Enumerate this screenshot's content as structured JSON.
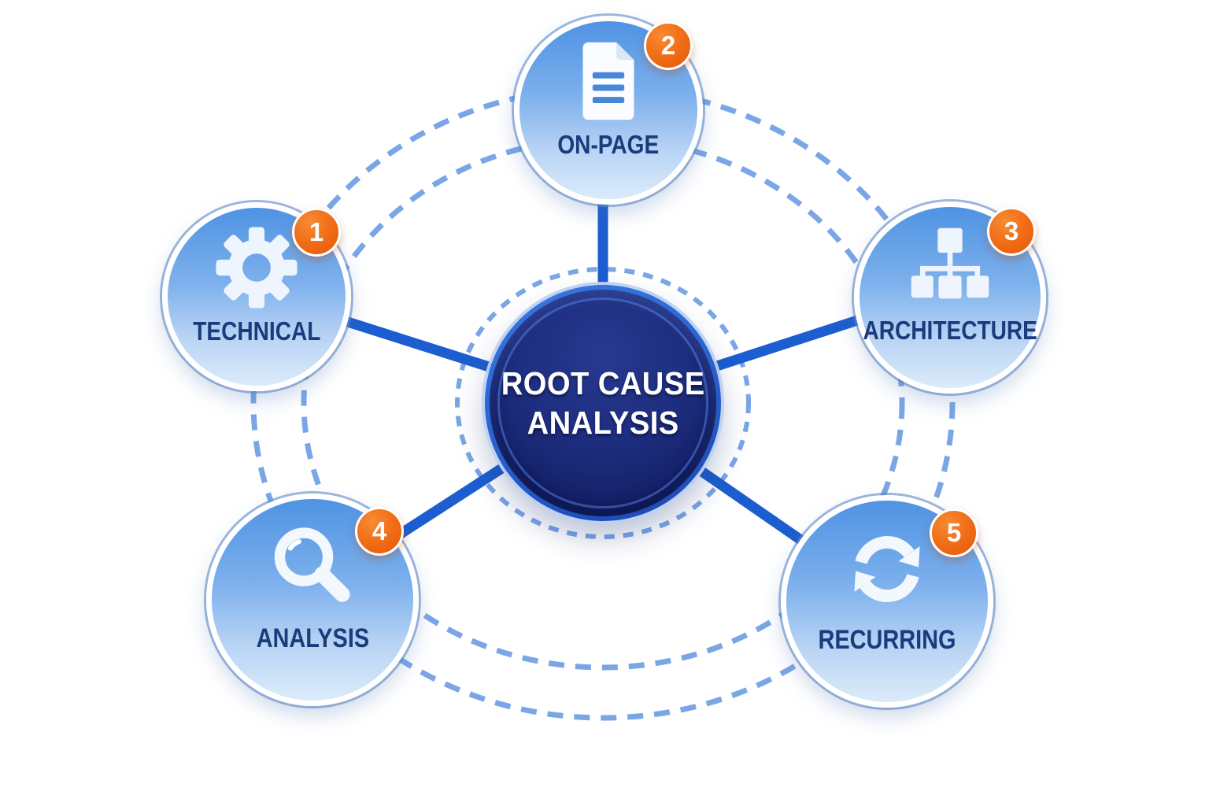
{
  "hub": {
    "line1": "ROOT CAUSE",
    "line2": "ANALYSIS"
  },
  "nodes": [
    {
      "id": "technical",
      "label": "TECHNICAL",
      "badge": "1",
      "icon": "gear-icon"
    },
    {
      "id": "on-page",
      "label": "ON-PAGE",
      "badge": "2",
      "icon": "document-icon"
    },
    {
      "id": "architecture",
      "label": "ARCHITECTURE",
      "badge": "3",
      "icon": "sitemap-icon"
    },
    {
      "id": "analysis",
      "label": "ANALYSIS",
      "badge": "4",
      "icon": "magnifier-icon"
    },
    {
      "id": "recurring",
      "label": "RECURRING",
      "badge": "5",
      "icon": "sync-arrows-icon"
    }
  ],
  "colors": {
    "background": "#ffffff",
    "spoke_blue": "#1c5ecf",
    "dashed_ring_blue": "#7aa6e6",
    "node_gradient_top": "#4f93e3",
    "node_gradient_bottom": "#dcebfa",
    "node_border": "#ffffff",
    "node_label_navy": "#1c3a7c",
    "hub_navy": "#15226a",
    "hub_ring_blue": "#2a63d2",
    "badge_orange": "#f06a14",
    "badge_text": "#ffffff",
    "hub_text": "#ffffff",
    "icon_white": "#f2f7fe"
  }
}
